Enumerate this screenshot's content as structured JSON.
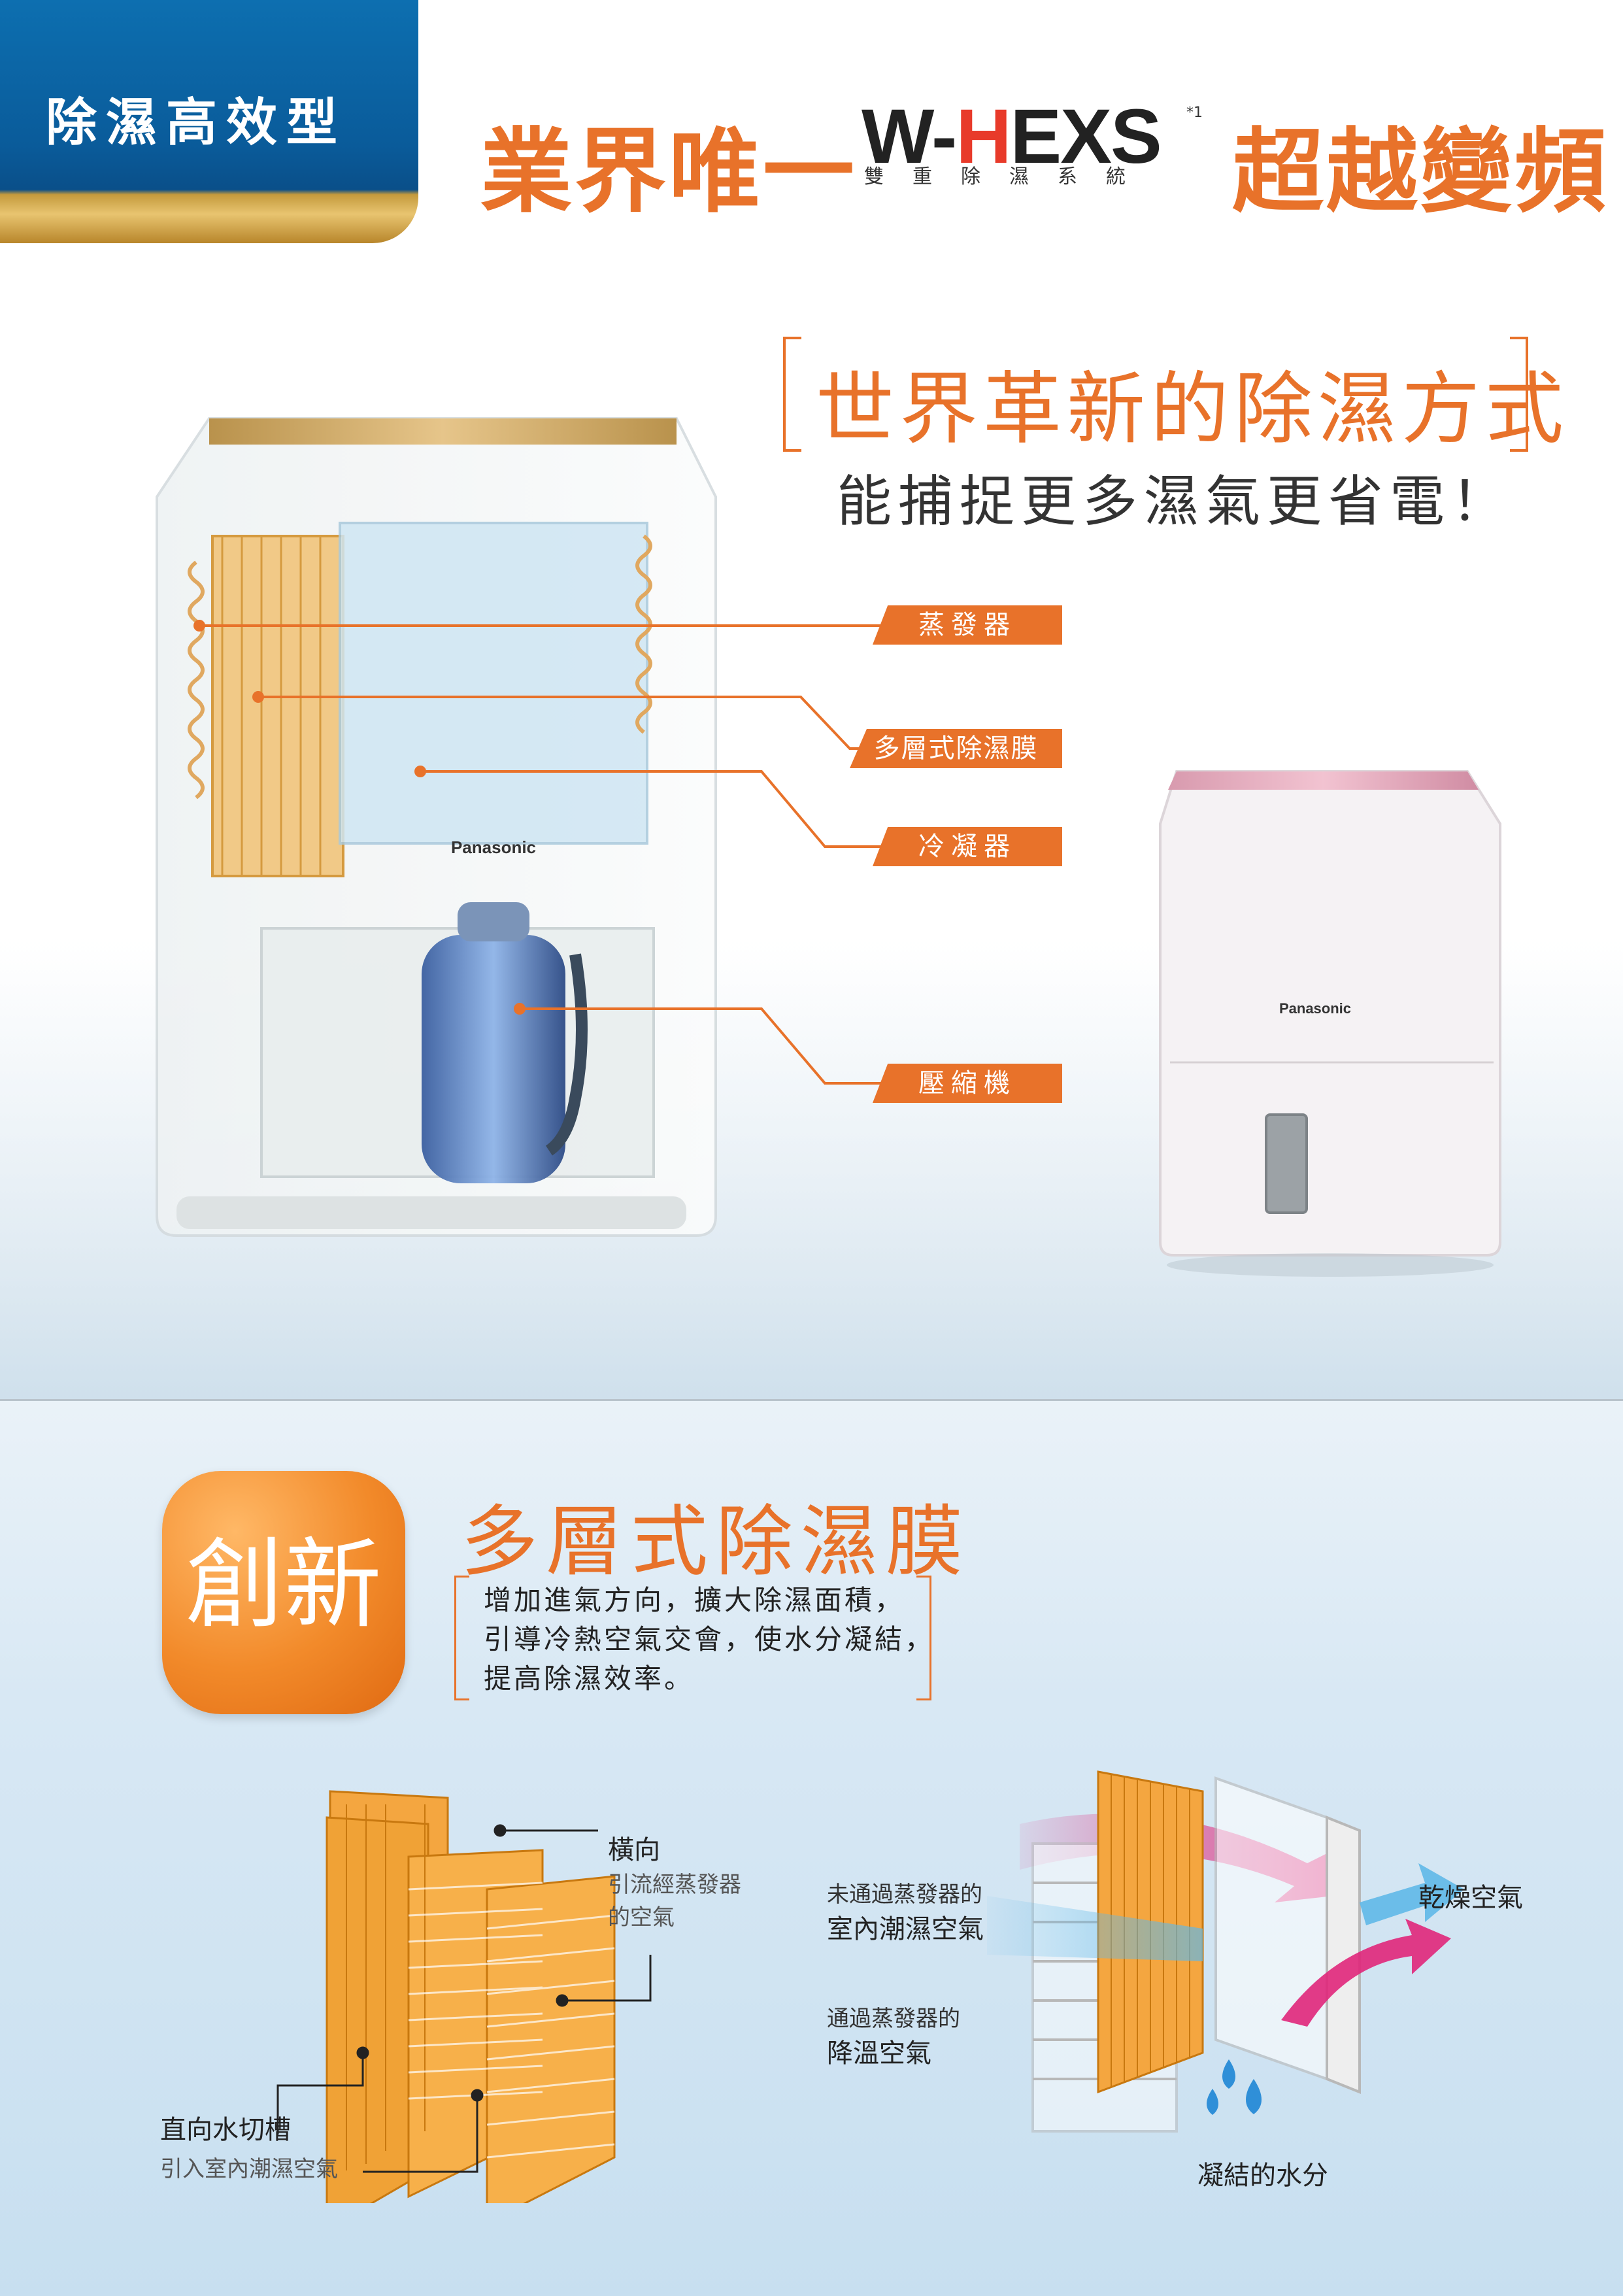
{
  "header": {
    "badge": "除濕高效型",
    "headline_left": "業界唯一",
    "logo": {
      "pre": "W-",
      "h": "H",
      "post": "EXS",
      "note": "*1",
      "sub": "雙重除濕系統"
    },
    "headline_right": "超越變頻"
  },
  "hero": {
    "title": "世界革新的除濕方式",
    "subtitle": "能捕捉更多濕氣更省電！",
    "brand": "Panasonic",
    "labels": [
      "蒸發器",
      "多層式除濕膜",
      "冷凝器",
      "壓縮機"
    ]
  },
  "innovation": {
    "badge": "創新",
    "title": "多層式除濕膜",
    "desc": [
      "增加進氣方向，擴大除濕面積，",
      "引導冷熱空氣交會，使水分凝結，",
      "提高除濕效率。"
    ]
  },
  "diagram_left": {
    "top_label": "橫向",
    "top_sub": [
      "引流經蒸發器",
      "的空氣"
    ],
    "bottom_label": "直向水切槽",
    "bottom_sub": "引入室內潮濕空氣"
  },
  "diagram_right": {
    "in_sub": "未通過蒸發器的",
    "in_label": "室內潮濕空氣",
    "cool_sub": "通過蒸發器的",
    "cool_label": "降溫空氣",
    "dry_label": "乾燥空氣",
    "water_label": "凝結的水分"
  },
  "colors": {
    "accent": "#e8722a",
    "blue": "#0d6fb0",
    "gold": "#c49a3c",
    "pink": "#e0267a",
    "cyan": "#5fb8e8"
  }
}
